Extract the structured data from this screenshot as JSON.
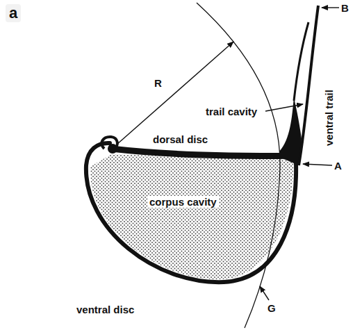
{
  "diagram": {
    "labels": [
      "a",
      "R",
      "trail cavity",
      "dorsal disc",
      "corpus cavity",
      "ventral disc",
      "ventral trail",
      "B",
      "A",
      "G"
    ]
  }
}
